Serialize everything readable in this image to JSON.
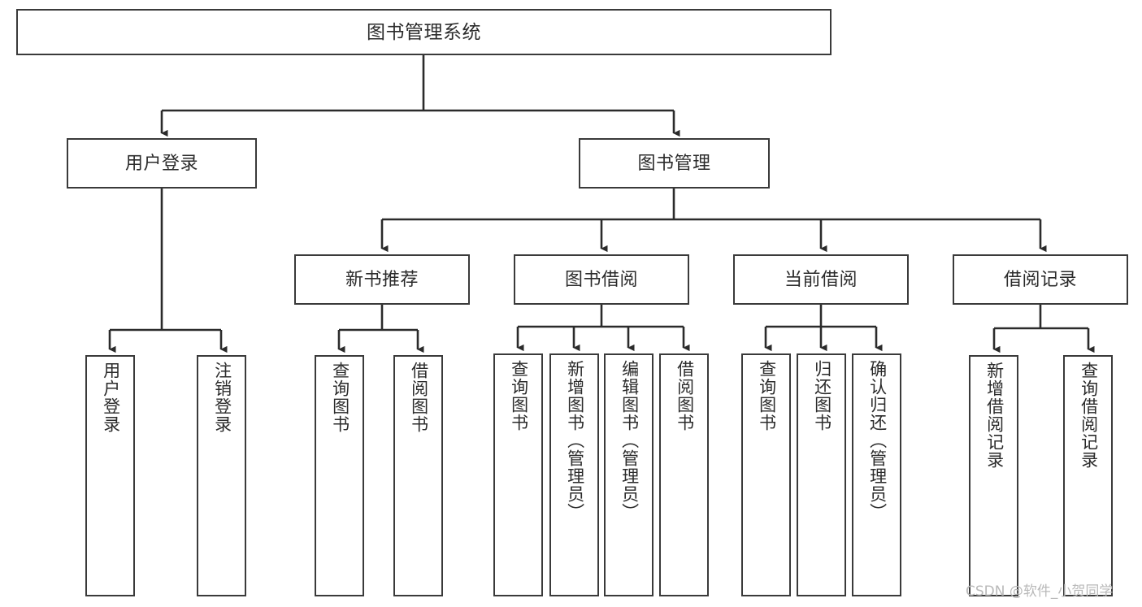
{
  "diagram": {
    "title": "图书管理系统",
    "type": "tree-hierarchy",
    "watermark": "CSDN @软件_小贺同学",
    "colors": {
      "box_border": "#3a3a3a",
      "box_fill": "#ffffff",
      "edge": "#2b2b2b",
      "text": "#2b2b2b",
      "watermark": "#b9b9b9",
      "background": "#ffffff"
    },
    "nodes": {
      "root": {
        "label": "图书管理系统",
        "level": 1
      },
      "l2": [
        {
          "id": "user-login",
          "label": "用户登录"
        },
        {
          "id": "book-manage",
          "label": "图书管理"
        }
      ],
      "l3": [
        {
          "id": "new-book-rec",
          "label": "新书推荐"
        },
        {
          "id": "book-borrow",
          "label": "图书借阅"
        },
        {
          "id": "current-borrow",
          "label": "当前借阅"
        },
        {
          "id": "borrow-record",
          "label": "借阅记录"
        }
      ],
      "leaves": {
        "user-login": [
          {
            "id": "leaf-user-login",
            "label": "用户登录"
          },
          {
            "id": "leaf-logout",
            "label": "注销登录"
          }
        ],
        "new-book-rec": [
          {
            "id": "leaf-query-book-1",
            "label": "查询图书"
          },
          {
            "id": "leaf-borrow-book-1",
            "label": "借阅图书"
          }
        ],
        "book-borrow": [
          {
            "id": "leaf-query-book-2",
            "label": "查询图书"
          },
          {
            "id": "leaf-add-book",
            "label": "新增图书（管理员）"
          },
          {
            "id": "leaf-edit-book",
            "label": "编辑图书（管理员）"
          },
          {
            "id": "leaf-borrow-book-2",
            "label": "借阅图书"
          }
        ],
        "current-borrow": [
          {
            "id": "leaf-query-book-3",
            "label": "查询图书"
          },
          {
            "id": "leaf-return-book",
            "label": "归还图书"
          },
          {
            "id": "leaf-confirm-return",
            "label": "确认归还（管理员）"
          }
        ],
        "borrow-record": [
          {
            "id": "leaf-add-record",
            "label": "新增借阅记录"
          },
          {
            "id": "leaf-query-record",
            "label": "查询借阅记录"
          }
        ]
      }
    }
  }
}
